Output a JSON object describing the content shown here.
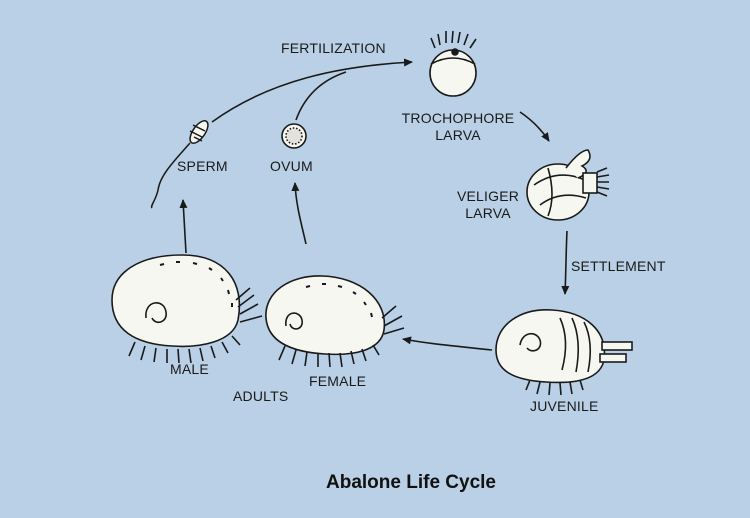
{
  "labels": {
    "fertilization": "FERTILIZATION",
    "trochophore_1": "TROCHOPHORE",
    "trochophore_2": "LARVA",
    "veliger_1": "VELIGER",
    "veliger_2": "LARVA",
    "settlement": "SETTLEMENT",
    "juvenile": "JUVENILE",
    "female": "FEMALE",
    "male": "MALE",
    "adults": "ADULTS",
    "sperm": "SPERM",
    "ovum": "OVUM"
  },
  "title": "Abalone Life Cycle",
  "colors": {
    "background": "#b9d0e6",
    "line": "#1a1a1a",
    "shell": "#f7f7f2"
  }
}
